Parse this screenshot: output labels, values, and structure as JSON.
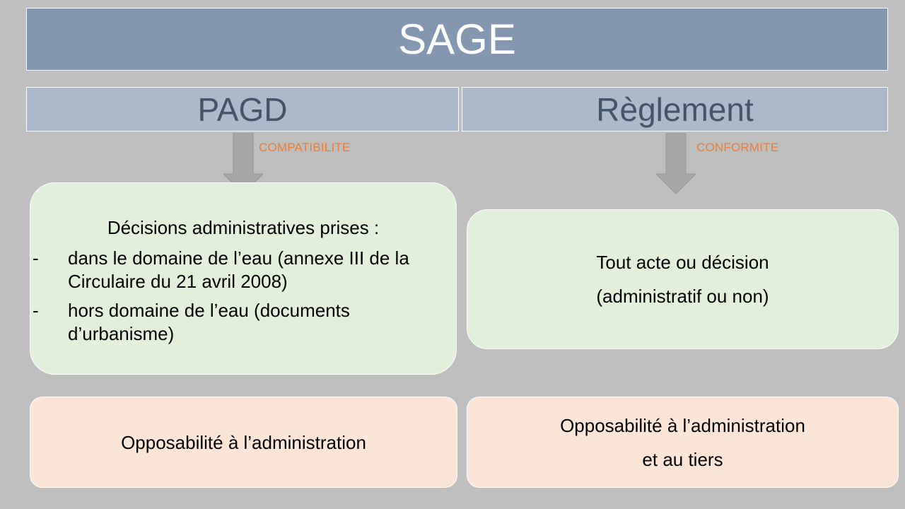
{
  "title": "SAGE",
  "columns": {
    "left": {
      "header": "PAGD",
      "arrow_label": "COMPATIBILITE",
      "decisions": {
        "heading": "Décisions administratives prises :",
        "items": [
          {
            "bullet": "-",
            "text": "dans le domaine de l’eau (annexe III de la Circulaire du 21 avril 2008)"
          },
          {
            "bullet": "-",
            "text": "hors domaine de l’eau (documents d’urbanisme)"
          }
        ]
      },
      "opposability": {
        "line1": "Opposabilité à l’administration"
      }
    },
    "right": {
      "header": "Règlement",
      "arrow_label": "CONFORMITE",
      "decisions": {
        "line1": "Tout acte ou décision",
        "line2": "(administratif ou non)"
      },
      "opposability": {
        "line1": "Opposabilité à l’administration",
        "line2": "et au tiers"
      }
    }
  },
  "colors": {
    "background": "#bfbfbf",
    "title_fill": "#8497b0",
    "header_fill": "#adb9ca",
    "header_text": "#44546a",
    "arrow_fill": "#a6a6a6",
    "arrow_label": "#ed7d31",
    "decision_fill": "#e2efda",
    "opposability_fill": "#fbe5d6"
  },
  "icons": {
    "arrow": "down-arrow-icon"
  }
}
